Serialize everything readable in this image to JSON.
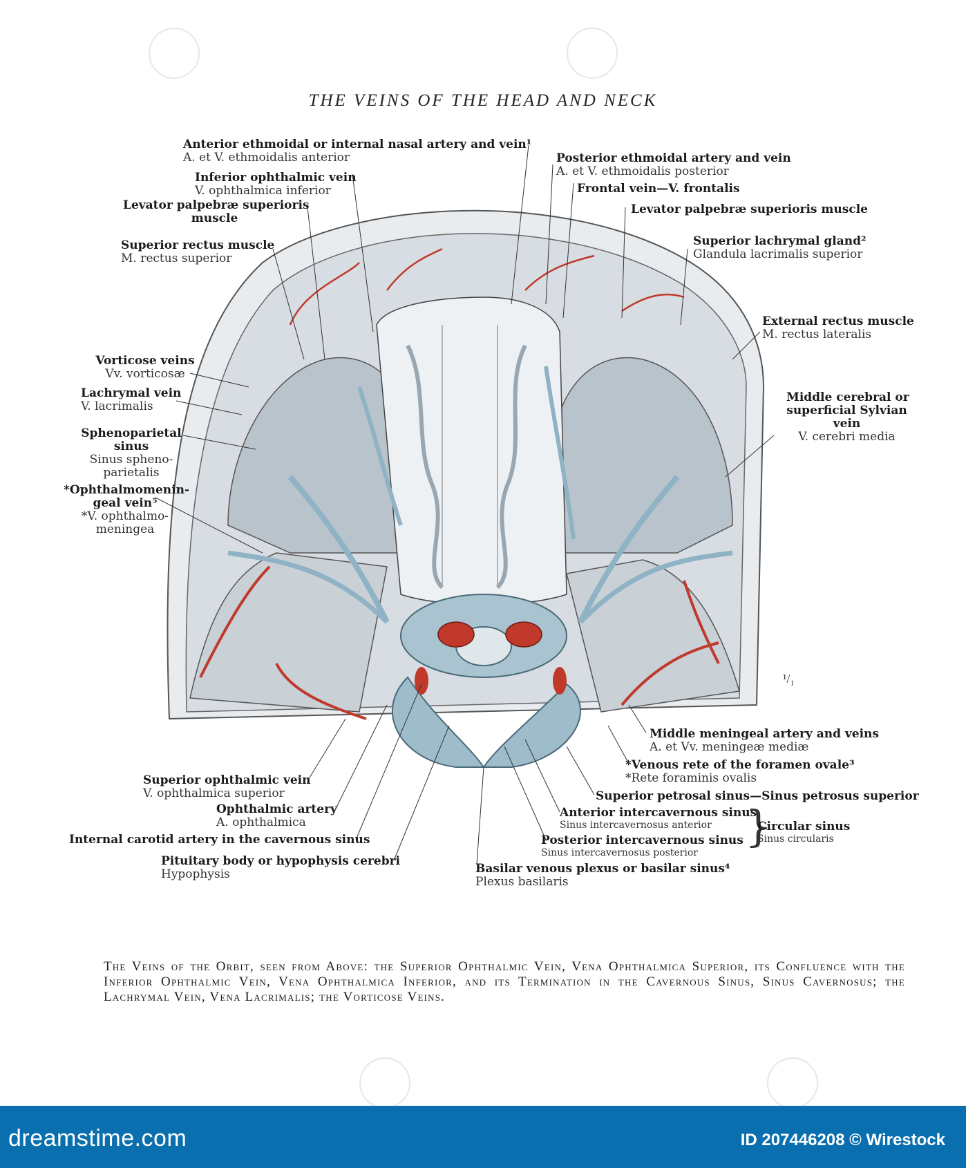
{
  "title": "THE VEINS OF THE HEAD AND NECK",
  "labels": {
    "ant_ethmoidal": {
      "en": "Anterior ethmoidal or internal nasal artery and vein¹",
      "la": "A. et V. ethmoidalis anterior"
    },
    "inf_ophthalmic": {
      "en": "Inferior ophthalmic vein",
      "la": "V. ophthalmica inferior"
    },
    "levator_left": {
      "en": "Levator palpebræ superioris",
      "la": "muscle"
    },
    "sup_rectus": {
      "en": "Superior rectus muscle",
      "la": "M. rectus superior"
    },
    "post_ethmoidal": {
      "en": "Posterior ethmoidal artery and vein",
      "la": "A. et V. ethmoidalis posterior"
    },
    "frontal": {
      "en": "Frontal vein—V. frontalis"
    },
    "levator_right": {
      "en": "Levator palpebræ superioris muscle"
    },
    "lachrymal_gland": {
      "en": "Superior lachrymal gland²",
      "la": "Glandula lacrimalis superior"
    },
    "ext_rectus": {
      "en": "External rectus muscle",
      "la": "M. rectus lateralis"
    },
    "sylvian": {
      "en1": "Middle cerebral or",
      "en2": "superficial Sylvian",
      "en3": "vein",
      "la": "V. cerebri media"
    },
    "vorticose": {
      "en": "Vorticose veins",
      "la": "Vv. vorticosæ"
    },
    "lachrymal_vein": {
      "en": "Lachrymal vein",
      "la": "V. lacrimalis"
    },
    "sphenoparietal": {
      "en1": "Sphenoparietal",
      "en2": "sinus",
      "la1": "Sinus spheno-",
      "la2": "parietalis"
    },
    "ophthalmomeningeal": {
      "en1": "*Ophthalmomenin-",
      "en2": "geal vein⁵",
      "la1": "*V. ophthalmo-",
      "la2": "meningea"
    },
    "middle_meningeal": {
      "en": "Middle meningeal artery and veins",
      "la": "A. et Vv. meningeæ mediæ"
    },
    "venous_rete": {
      "en": "*Venous rete of the foramen ovale³",
      "la": "*Rete foraminis ovalis"
    },
    "sup_petrosal": {
      "en": "Superior petrosal sinus—Sinus petrosus superior"
    },
    "ant_intercavernous": {
      "en": "Anterior intercavernous sinus",
      "la": "Sinus intercavernosus anterior"
    },
    "post_intercavernous": {
      "en": "Posterior intercavernous sinus",
      "la": "Sinus intercavernosus posterior"
    },
    "circular": {
      "en": "Circular sinus",
      "la": "Sinus circularis"
    },
    "basilar": {
      "en": "Basilar venous plexus or basilar sinus⁴",
      "la": "Plexus basilaris"
    },
    "sup_ophthalmic": {
      "en": "Superior ophthalmic vein",
      "la": "V. ophthalmica superior"
    },
    "ophthalmic_artery": {
      "en": "Ophthalmic artery",
      "la": "A. ophthalmica"
    },
    "int_carotid": {
      "en": "Internal carotid artery in the cavernous sinus"
    },
    "pituitary": {
      "en": "Pituitary body or hypophysis cerebri",
      "la": "Hypophysis"
    }
  },
  "scale": "¹/₁",
  "caption": "The Veins of the Orbit, seen from Above: the Superior Ophthalmic Vein, Vena Ophthalmica Superior, its Confluence with the Inferior Ophthalmic Vein, Vena Ophthalmica Inferior, and its Termination in the Cavernous Sinus, Sinus Cavernosus; the Lachrymal Vein, Vena Lacrimalis; the Vorticose Veins.",
  "footer": {
    "brand": "dreamstime.com",
    "stock_id": "ID 207446208 © Wirestock"
  },
  "colors": {
    "footer_bg": "#0a6fae",
    "vein": "#8fb3c4",
    "artery": "#c0392b"
  }
}
